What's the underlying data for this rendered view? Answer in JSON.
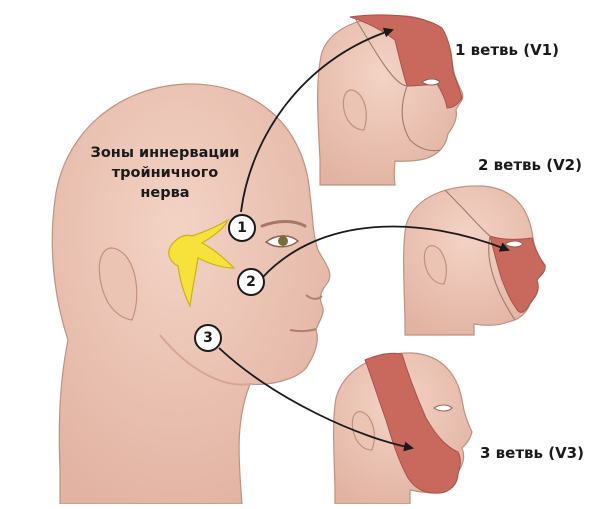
{
  "title_lines": [
    "Зоны иннервации",
    "тройничного",
    "нерва"
  ],
  "branches": [
    {
      "number": "1",
      "label": "1 ветвь (V1)"
    },
    {
      "number": "2",
      "label": "2 ветвь (V2)"
    },
    {
      "number": "3",
      "label": "3 ветвь (V3)"
    }
  ],
  "colors": {
    "skin": "#ecc4b4",
    "skin_outline": "#bf9181",
    "innervation_zone": "#c9695d",
    "nerve": "#f6e23a",
    "nerve_outline": "#c9b21c",
    "arrow": "#1a1a1a"
  }
}
